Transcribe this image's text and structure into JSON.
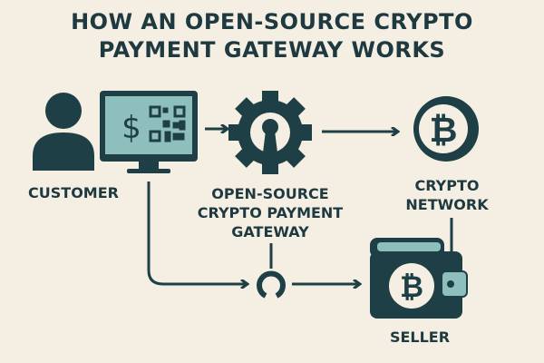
{
  "title": {
    "line1": "HOW AN OPEN-SOURCE CRYPTO",
    "line2": "PAYMENT GATEWAY WORKS"
  },
  "labels": {
    "customer": "CUSTOMER",
    "gateway": [
      "OPEN-SOURCE",
      "CRYPTO PAYMENT",
      "GATEWAY"
    ],
    "network": [
      "CRYPTO",
      "NETWORK"
    ],
    "seller": "SELLER"
  },
  "icons": {
    "dollar": "$",
    "bitcoin": "₿"
  },
  "colors": {
    "background": "#f5efe3",
    "dark": "#1d3f45",
    "light": "#8fbfbc",
    "text": "#1e3a40"
  }
}
